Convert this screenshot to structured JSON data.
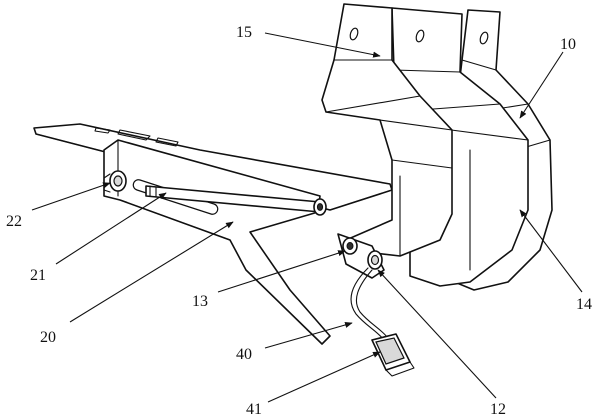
{
  "callouts": {
    "n15": "15",
    "n10": "10",
    "n22": "22",
    "n21": "21",
    "n20": "20",
    "n13": "13",
    "n14": "14",
    "n40": "40",
    "n41": "41",
    "n12": "12"
  }
}
